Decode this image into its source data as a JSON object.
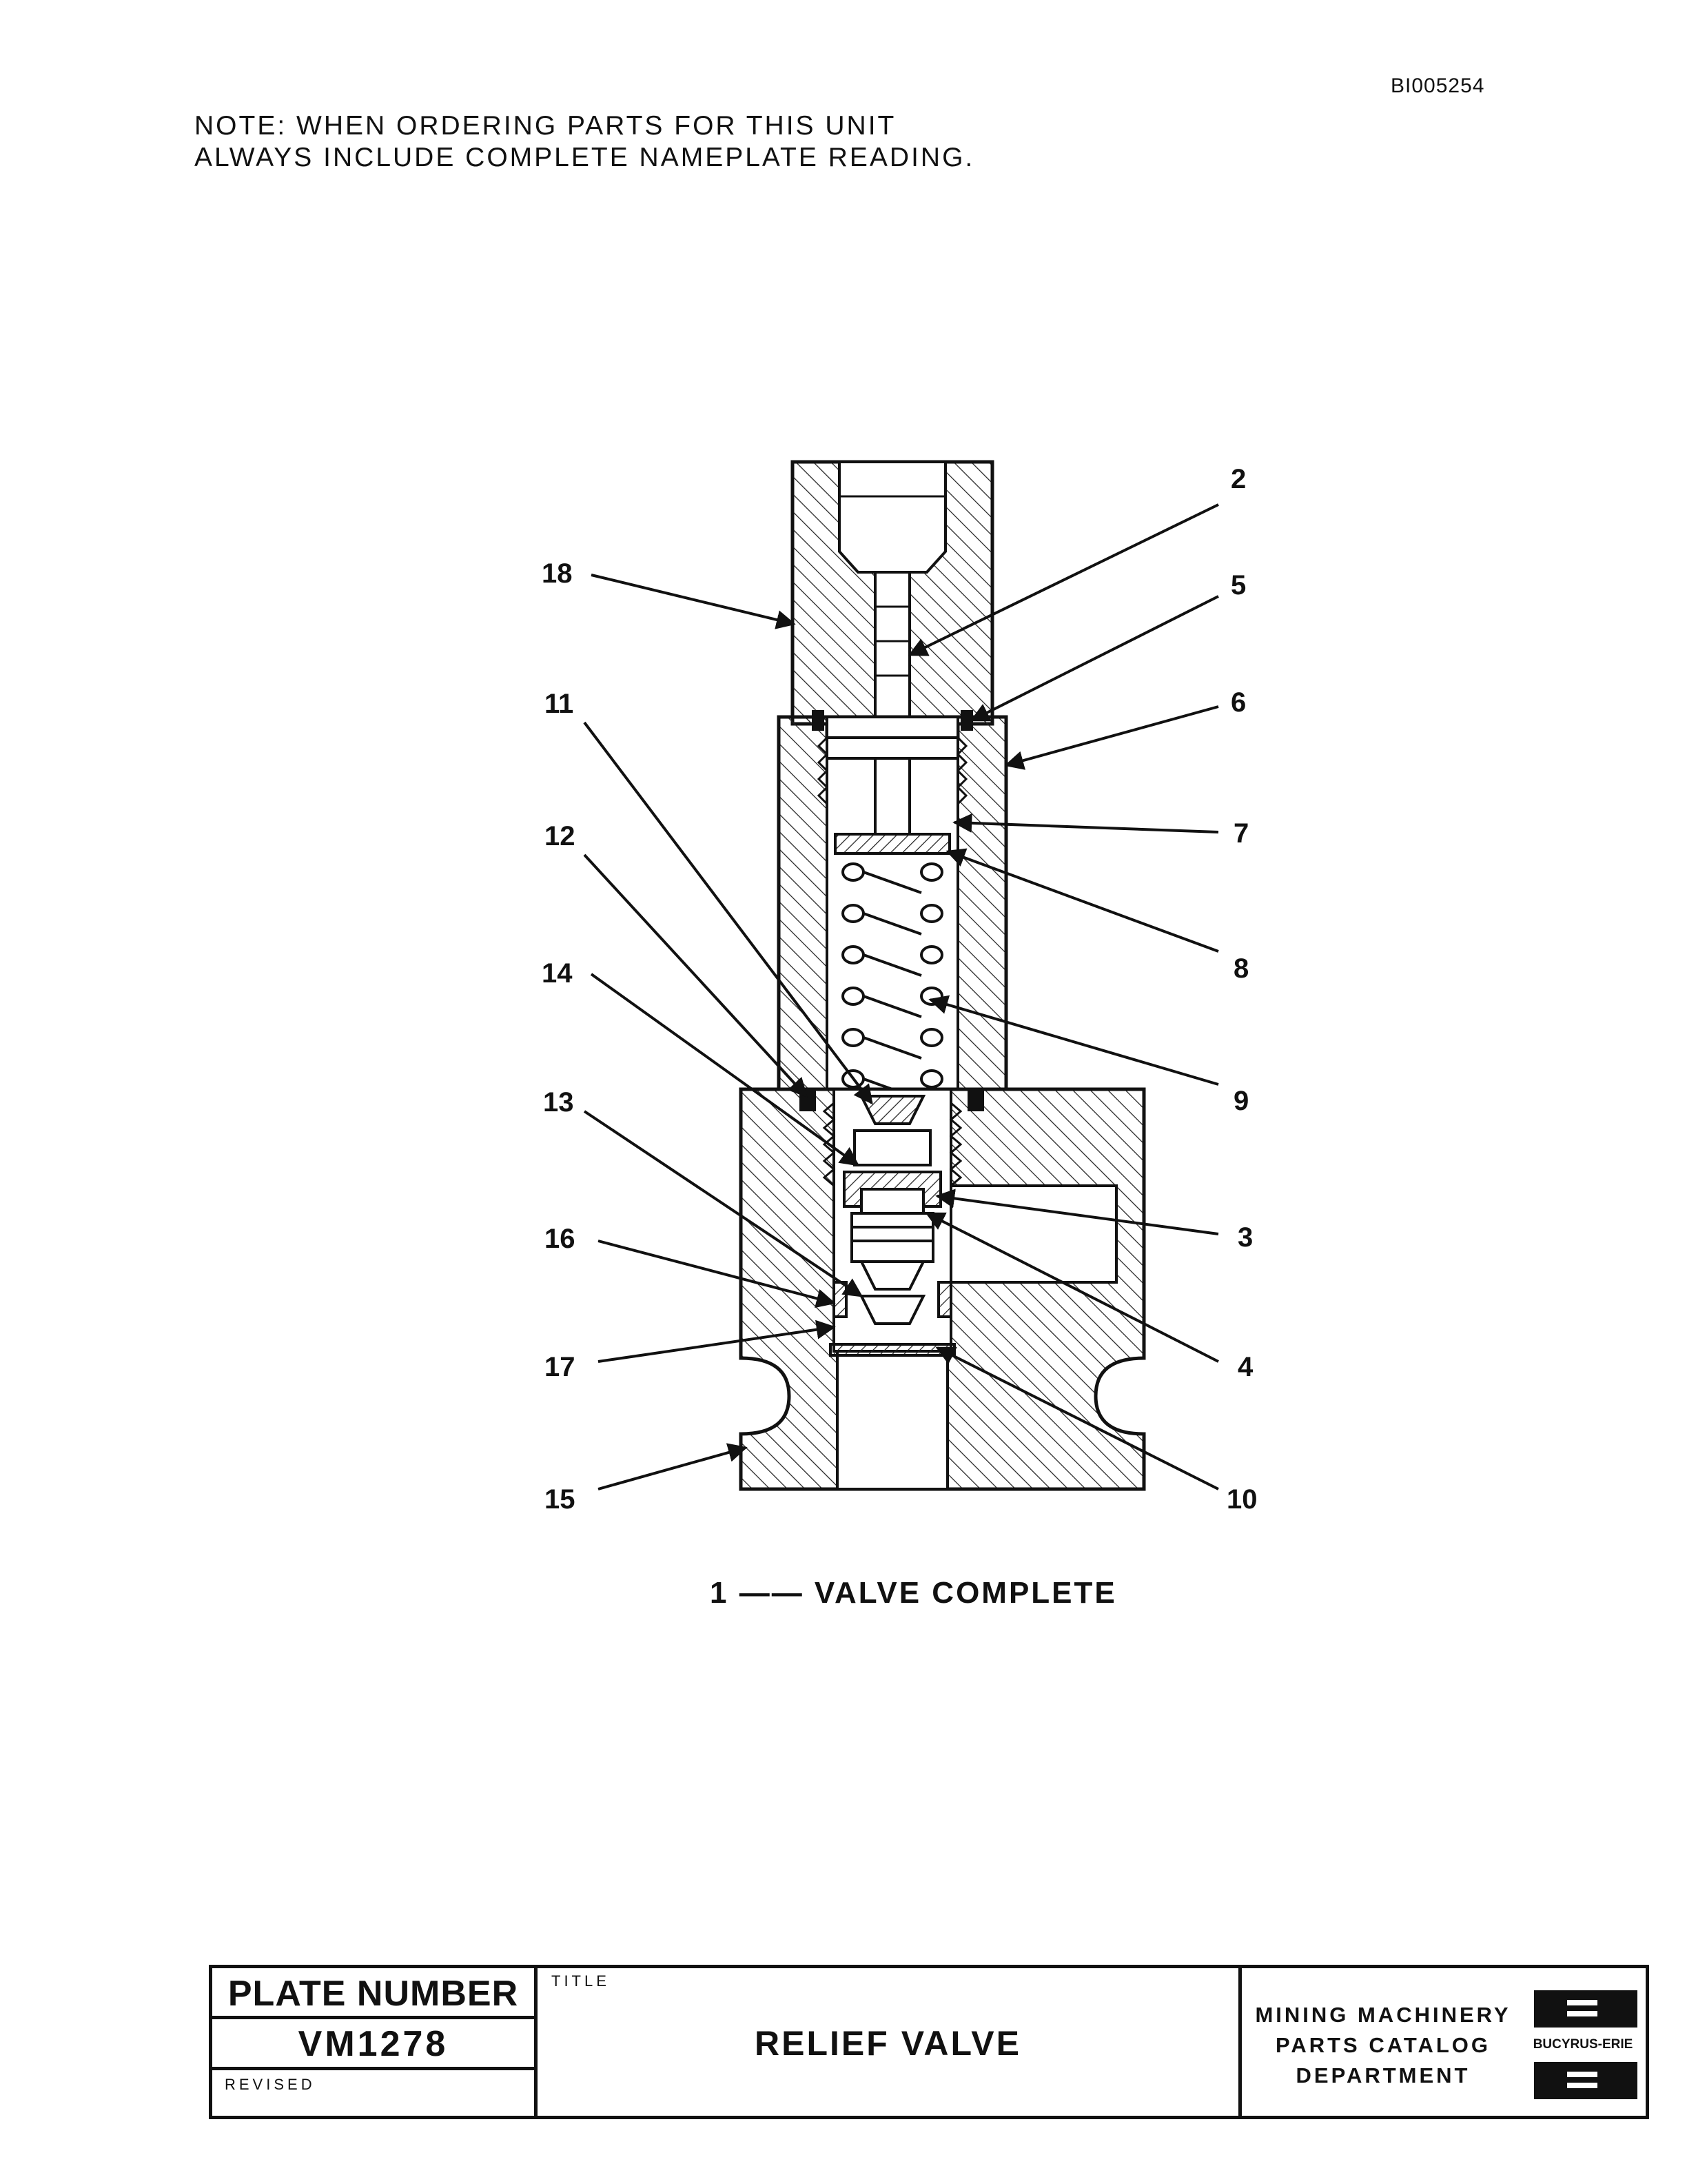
{
  "doc_id": "BI005254",
  "note": {
    "line1": "NOTE:  WHEN ORDERING PARTS FOR THIS UNIT",
    "line2": "ALWAYS INCLUDE COMPLETE NAMEPLATE READING."
  },
  "callouts": [
    {
      "id": "2",
      "label": "2"
    },
    {
      "id": "5",
      "label": "5"
    },
    {
      "id": "18",
      "label": "18"
    },
    {
      "id": "6",
      "label": "6"
    },
    {
      "id": "11",
      "label": "11"
    },
    {
      "id": "7",
      "label": "7"
    },
    {
      "id": "12",
      "label": "12"
    },
    {
      "id": "8",
      "label": "8"
    },
    {
      "id": "14",
      "label": "14"
    },
    {
      "id": "9",
      "label": "9"
    },
    {
      "id": "13",
      "label": "13"
    },
    {
      "id": "3",
      "label": "3"
    },
    {
      "id": "16",
      "label": "16"
    },
    {
      "id": "4",
      "label": "4"
    },
    {
      "id": "17",
      "label": "17"
    },
    {
      "id": "15",
      "label": "15"
    },
    {
      "id": "10",
      "label": "10"
    }
  ],
  "caption": "1 —— VALVE COMPLETE",
  "title_block": {
    "plate_number_label": "PLATE NUMBER",
    "plate_number": "VM1278",
    "revised_label": "REVISED",
    "title_label": "TITLE",
    "title": "RELIEF VALVE",
    "department_line1": "MINING MACHINERY",
    "department_line2": "PARTS CATALOG",
    "department_line3": "DEPARTMENT",
    "logo_text": "BUCYRUS-ERIE"
  }
}
